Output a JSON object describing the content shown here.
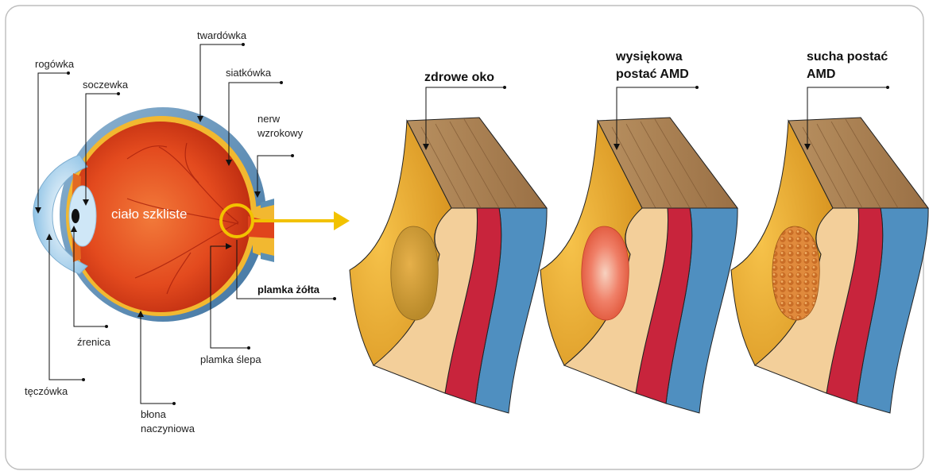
{
  "eye_labels": {
    "rogowka": "rogówka",
    "soczewka": "soczewka",
    "twardowka": "twardówka",
    "siatkowka": "siatkówka",
    "nerw": "nerw wzrokowy",
    "nerw_line1": "nerw",
    "nerw_line2": "wzrokowy",
    "cialo": "ciało szkliste",
    "plamka_zolta": "plamka żółta",
    "zrenica": "źrenica",
    "plamka_slepa": "plamka ślepa",
    "teczowka": "tęczówka",
    "blona_line1": "błona",
    "blona_line2": "naczyniowa"
  },
  "panels": {
    "healthy": "zdrowe oko",
    "wet_line1": "wysiękowa",
    "wet_line2": "postać AMD",
    "dry_line1": "sucha postać",
    "dry_line2": "AMD"
  },
  "colors": {
    "eye_red": "#e0441c",
    "sclera_blue": "#5b8fb5",
    "yellow_ring": "#f2c200",
    "retina_red": "#c8243c",
    "choroid_blue": "#4f8fc0",
    "tissue_peach": "#f3cf9a",
    "tissue_yellow": "#f2b030",
    "tissue_brown": "#b89060"
  }
}
